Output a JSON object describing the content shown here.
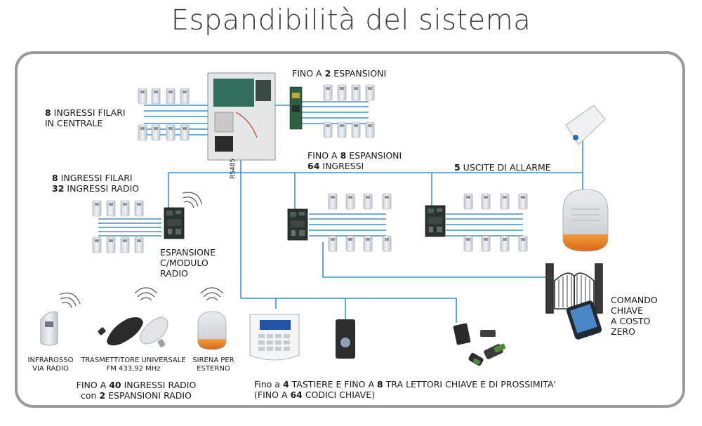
{
  "title": "Espandibilità del sistema",
  "labels": {
    "centrale_wired": {
      "n": "8",
      "t1": " INGRESSI FILARI",
      "t2": "IN CENTRALE"
    },
    "fino_espansioni": {
      "pre": "FINO A ",
      "n": "2",
      "post": " ESPANSIONI"
    },
    "fino_8_espansioni": {
      "pre": "FINO A  ",
      "n": "8",
      "post": " ESPANSIONI",
      "n2": "64",
      "post2": " INGRESSI"
    },
    "uscite": {
      "n": "5",
      "t": " USCITE DI ALLARME"
    },
    "radio_inputs": {
      "n1": "8",
      "t1": " INGRESSI FILARI",
      "n2": "32",
      "t2": " INGRESSI RADIO"
    },
    "espansione_radio": [
      "ESPANSIONE",
      "C/MODULO",
      "RADIO"
    ],
    "rs485": "RS485",
    "infrarosso": [
      "INFRAROSSO",
      "VIA RADIO"
    ],
    "trasmettitore": [
      "TRASMETTITORE UNIVERSALE",
      "FM 433,92 MHz"
    ],
    "sirena": [
      "SIRENA PER",
      "ESTERNO"
    ],
    "radio_total": {
      "pre": "FINO A ",
      "n": "40",
      "post": " INGRESSI RADIO",
      "pre2": "con ",
      "n2": "2",
      "post2": " ESPANSIONI RADIO"
    },
    "tastiere": {
      "p1": "Fino a ",
      "n1": "4",
      "p2": " TASTIERE E FINO A ",
      "n2": "8",
      "p3": " TRA LETTORI CHIAVE E DI PROSSIMITA'",
      "p4": "(FINO A ",
      "n3": "64",
      "p5": " CODICI CHIAVE)"
    },
    "comando": [
      "COMANDO",
      "CHIAVE",
      "A COSTO",
      "ZERO"
    ]
  },
  "colors": {
    "bus": "#3a8fd6",
    "frame": "#9a9a9a",
    "board": "#2f3a36",
    "siren_orange": "#f08a24",
    "sensor": "#d9dde2"
  }
}
